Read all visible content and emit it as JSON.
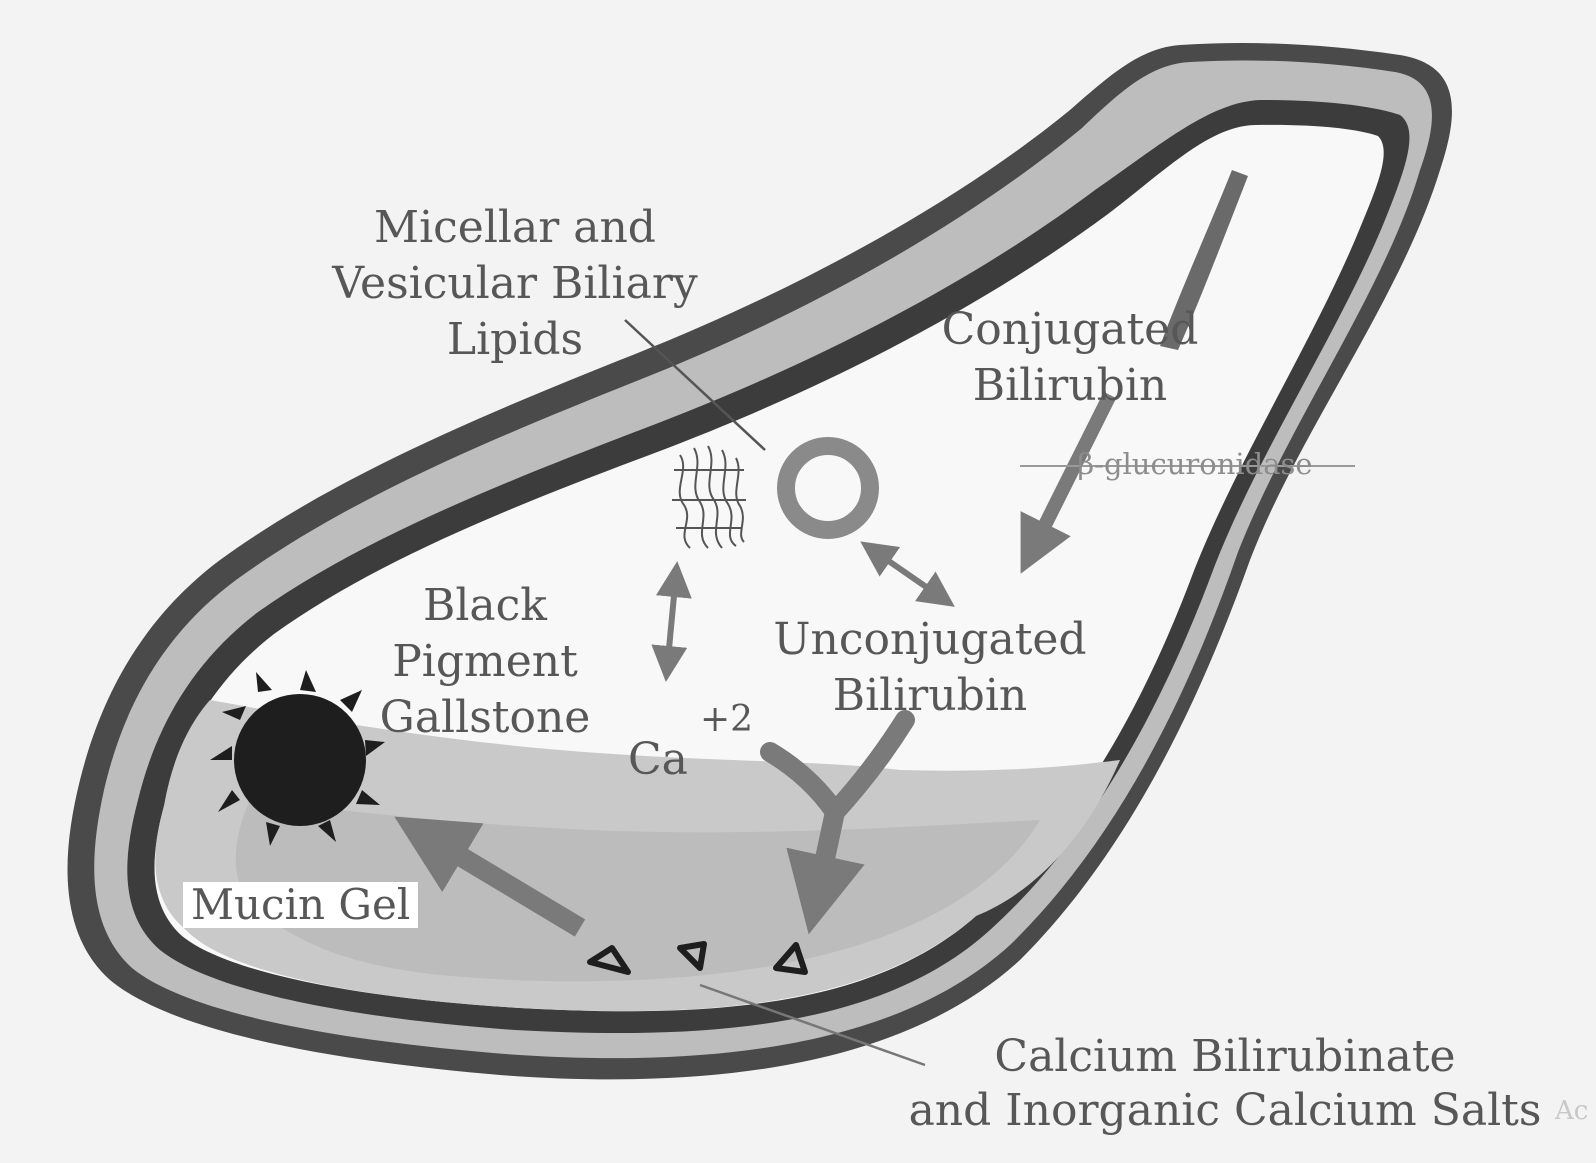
{
  "labels": {
    "lipids": [
      "Micellar and",
      "Vesicular Biliary",
      "Lipids"
    ],
    "conjugated": [
      "Conjugated",
      "Bilirubin"
    ],
    "enzyme": "β-glucuronidase",
    "stone": [
      "Black",
      "Pigment",
      "Gallstone"
    ],
    "unconjugated": [
      "Unconjugated",
      "Bilirubin"
    ],
    "calcium": "Ca",
    "calcium_charge": "+2",
    "mucin": "Mucin Gel",
    "salts": [
      "Calcium Bilirubinate",
      "and Inorganic Calcium Salts"
    ],
    "corner_fragment": "Ac"
  },
  "colors": {
    "background": "#f4f3f4",
    "wall_dark": "#4a4a4a",
    "wall_light": "#bdbdbd",
    "bile_lumen": "#f8f8f8",
    "sediment": "#c9c9c9",
    "arrow": "#7a7a7a",
    "stone": "#1e1e1e",
    "text": "#575757"
  },
  "icons": {
    "stone": "spiky-black-pigment-stone",
    "micelle": "micelle-cluster-icon",
    "vesicle": "vesicle-ring-icon",
    "precipitate": "calcium-salt-precipitate-icon"
  }
}
